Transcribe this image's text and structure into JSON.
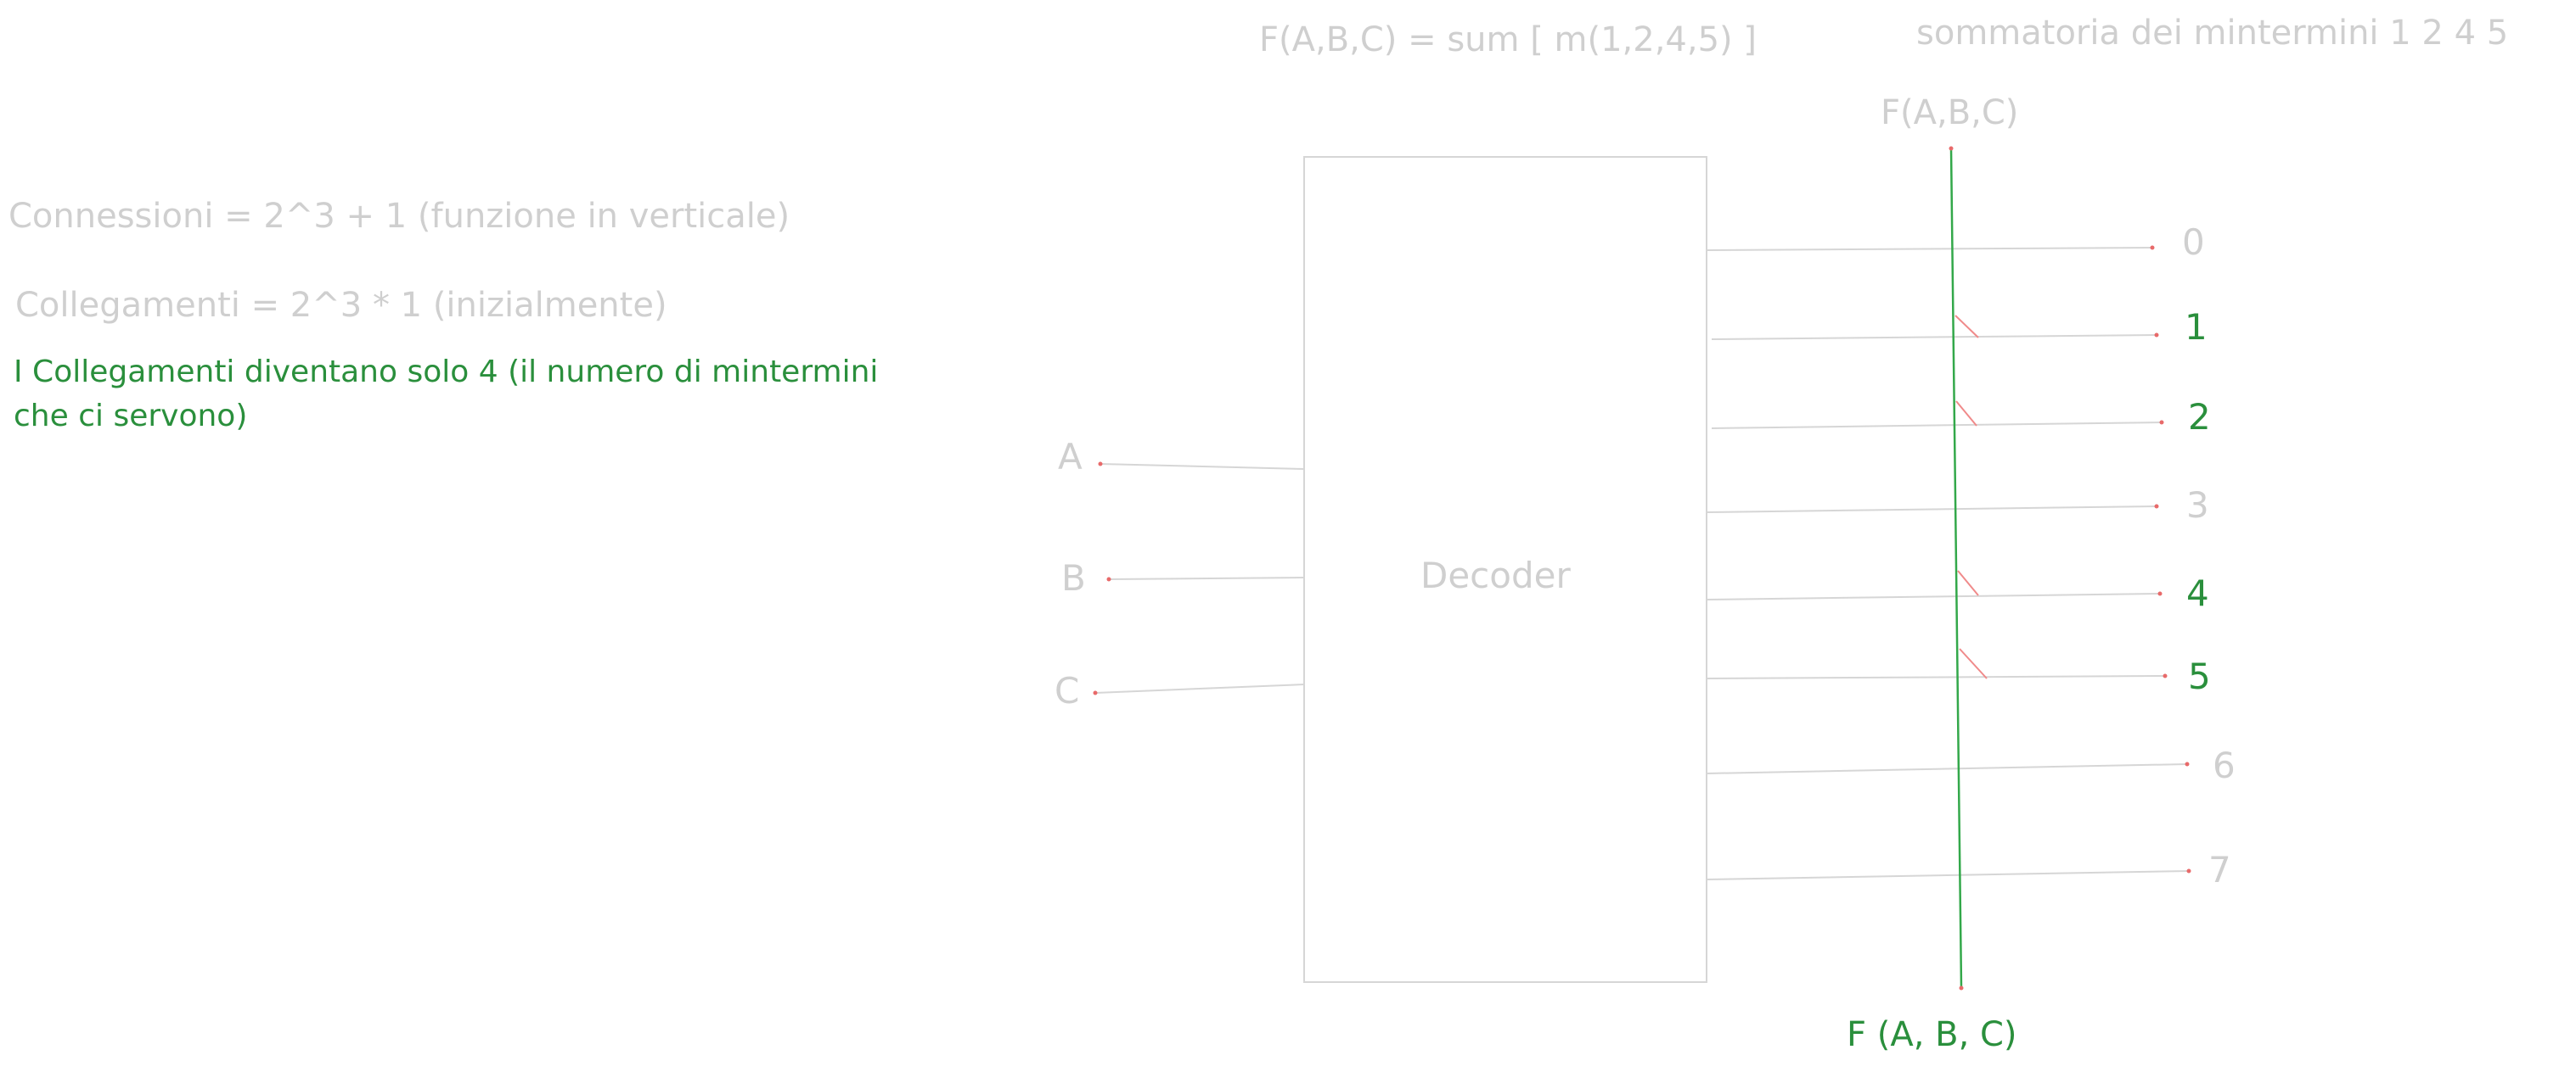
{
  "colors": {
    "background": "#ffffff",
    "gray_ink": "#cfcfcf",
    "green_ink": "#2a8f3c",
    "green_line": "#33a84a",
    "red_endpoint": "#e86a6a"
  },
  "header": {
    "formula": "F(A,B,C) = sum [ m(1,2,4,5) ]",
    "description": "sommatoria dei mintermini 1 2 4 5"
  },
  "notes": {
    "connessioni": "Connessioni = 2^3 + 1 (funzione in verticale)",
    "collegamenti": "Collegamenti = 2^3 * 1 (inizialmente)",
    "highlight_line1": "I Collegamenti diventano solo 4 (il numero di mintermini",
    "highlight_line2": "che ci servono)"
  },
  "decoder": {
    "label": "Decoder",
    "inputs": [
      "A",
      "B",
      "C"
    ],
    "outputs": [
      {
        "label": "0",
        "selected": false
      },
      {
        "label": "1",
        "selected": true
      },
      {
        "label": "2",
        "selected": true
      },
      {
        "label": "3",
        "selected": false
      },
      {
        "label": "4",
        "selected": true
      },
      {
        "label": "5",
        "selected": true
      },
      {
        "label": "6",
        "selected": false
      },
      {
        "label": "7",
        "selected": false
      }
    ]
  },
  "function_bus": {
    "top_label": "F(A,B,C)",
    "bottom_label": "F (A, B, C)"
  }
}
